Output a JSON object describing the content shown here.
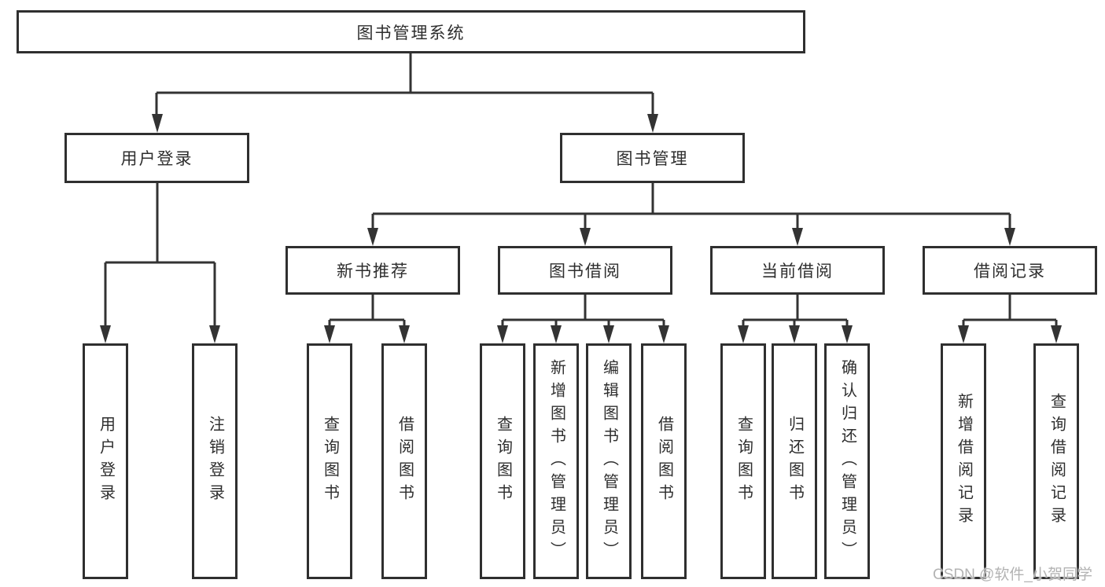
{
  "colors": {
    "line": "#333333",
    "box_border": "#2f2f2f",
    "text": "#2e2e2e",
    "background": "#ffffff",
    "watermark": "#b3b3b3"
  },
  "watermark": {
    "text": "CSDN @软件_小贺同学"
  },
  "nodes": {
    "root": {
      "label": "图书管理系统"
    },
    "level2": [
      {
        "label": "用户登录",
        "parent": "图书管理系统"
      },
      {
        "label": "图书管理",
        "parent": "图书管理系统"
      }
    ],
    "level3": [
      {
        "label": "新书推荐",
        "parent": "图书管理"
      },
      {
        "label": "图书借阅",
        "parent": "图书管理"
      },
      {
        "label": "当前借阅",
        "parent": "图书管理"
      },
      {
        "label": "借阅记录",
        "parent": "图书管理"
      }
    ],
    "leaves": [
      {
        "label": "用户登录",
        "parent": "用户登录"
      },
      {
        "label": "注销登录",
        "parent": "用户登录"
      },
      {
        "label": "查询图书",
        "parent": "新书推荐"
      },
      {
        "label": "借阅图书",
        "parent": "新书推荐"
      },
      {
        "label": "查询图书",
        "parent": "图书借阅"
      },
      {
        "label": "新增图书（管理员）",
        "parent": "图书借阅"
      },
      {
        "label": "编辑图书（管理员）",
        "parent": "图书借阅"
      },
      {
        "label": "借阅图书",
        "parent": "图书借阅"
      },
      {
        "label": "查询图书",
        "parent": "当前借阅"
      },
      {
        "label": "归还图书",
        "parent": "当前借阅"
      },
      {
        "label": "确认归还（管理员）",
        "parent": "当前借阅"
      },
      {
        "label": "新增借阅记录",
        "parent": "借阅记录"
      },
      {
        "label": "查询借阅记录",
        "parent": "借阅记录"
      }
    ]
  }
}
